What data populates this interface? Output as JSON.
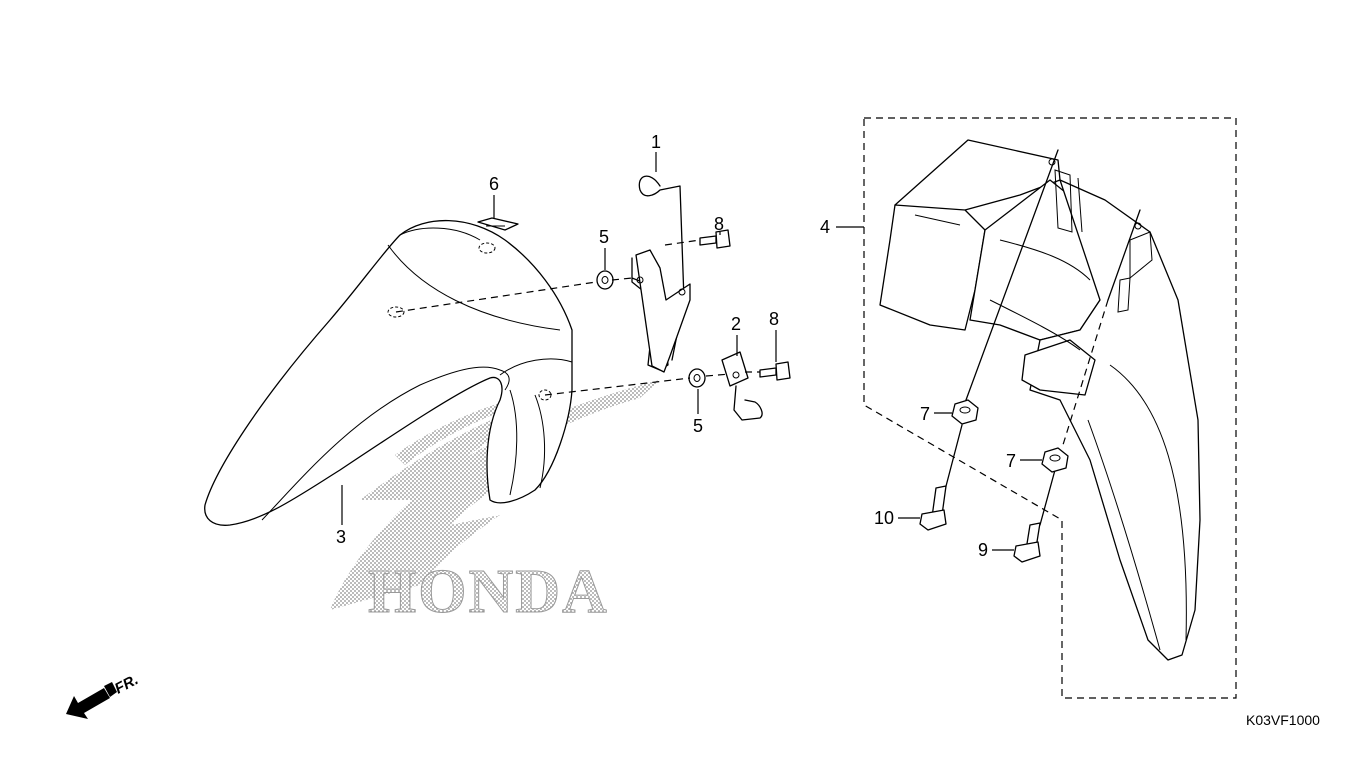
{
  "diagram_code": "K03VF1000",
  "direction_label": "FR.",
  "watermark_text": "HONDA",
  "callouts": {
    "c1": "1",
    "c2": "2",
    "c3": "3",
    "c4": "4",
    "c5a": "5",
    "c5b": "5",
    "c6": "6",
    "c7a": "7",
    "c7b": "7",
    "c8a": "8",
    "c8b": "8",
    "c9": "9",
    "c10": "10"
  }
}
